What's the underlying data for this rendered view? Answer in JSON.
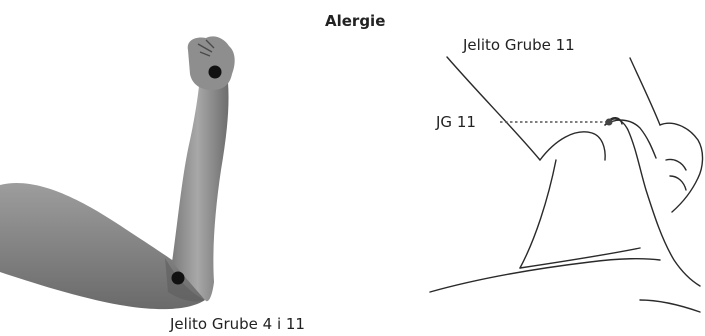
{
  "title": "Alergie",
  "left_figure": {
    "caption": "Jelito Grube 4 i 11"
  },
  "right_figure": {
    "caption": "Jelito Grube 11",
    "point_label": "JG 11"
  },
  "colors": {
    "arm_skin": "#9a9a9a",
    "arm_shadow": "#6f6f6f",
    "point": "#111111",
    "line_art": "#2a2a2a",
    "dotted_leader": "#555555"
  }
}
